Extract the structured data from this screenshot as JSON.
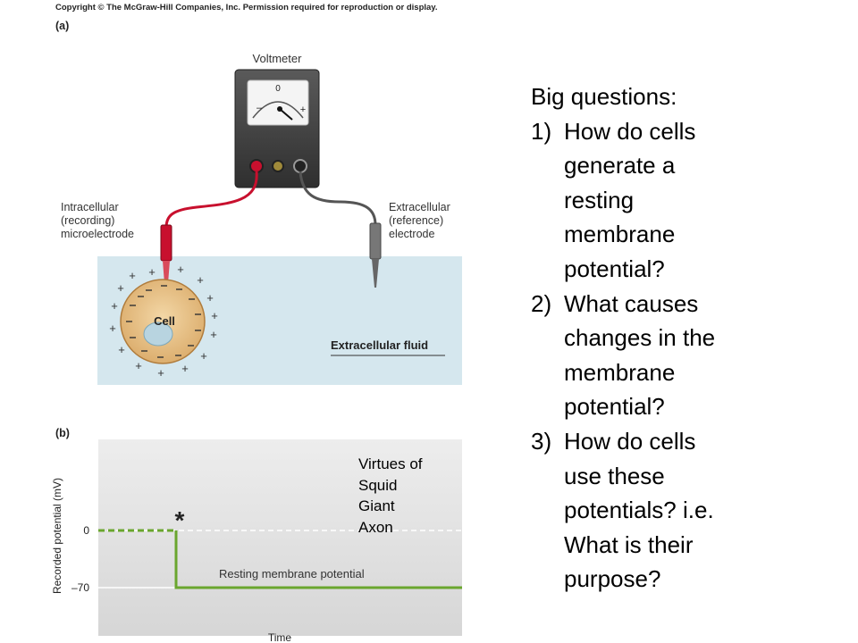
{
  "copyright": "Copyright © The McGraw-Hill Companies, Inc. Permission required for reproduction or display.",
  "panel_a": {
    "label": "(a)",
    "voltmeter_label": "Voltmeter",
    "dial_zero": "0",
    "dial_minus": "–",
    "dial_plus": "+",
    "intracellular_label": [
      "Intracellular",
      "(recording)",
      "microelectrode"
    ],
    "extracellular_label": [
      "Extracellular",
      "(reference)",
      "electrode"
    ],
    "cell_label": "Cell",
    "fluid_label": "Extracellular fluid"
  },
  "panel_b": {
    "label": "(b)",
    "ylabel": "Recorded potential (mV)",
    "xlabel": "Time",
    "tick_0": "0",
    "tick_neg70": "–70",
    "asterisk": "*",
    "annotation": "Resting membrane potential"
  },
  "chart_data": {
    "type": "line",
    "xlabel": "Time",
    "ylabel": "Recorded potential (mV)",
    "yticks": [
      0,
      -70
    ],
    "series": [
      {
        "values": [
          0,
          0,
          -70,
          -70
        ]
      }
    ],
    "annotations": [
      "Resting membrane potential",
      "*"
    ]
  },
  "virtues": [
    "Virtues of",
    "Squid",
    "Giant",
    "Axon"
  ],
  "questions": {
    "heading": "Big questions:",
    "items": [
      {
        "number": "1)",
        "lines": [
          "How do cells",
          "generate a",
          "resting",
          "membrane",
          "potential?"
        ]
      },
      {
        "number": "2)",
        "lines": [
          "What causes",
          "changes in the",
          "membrane",
          "potential?"
        ]
      },
      {
        "number": "3)",
        "lines": [
          "How do cells",
          "use these",
          "potentials? i.e.",
          "What is their",
          "purpose?"
        ]
      }
    ]
  }
}
